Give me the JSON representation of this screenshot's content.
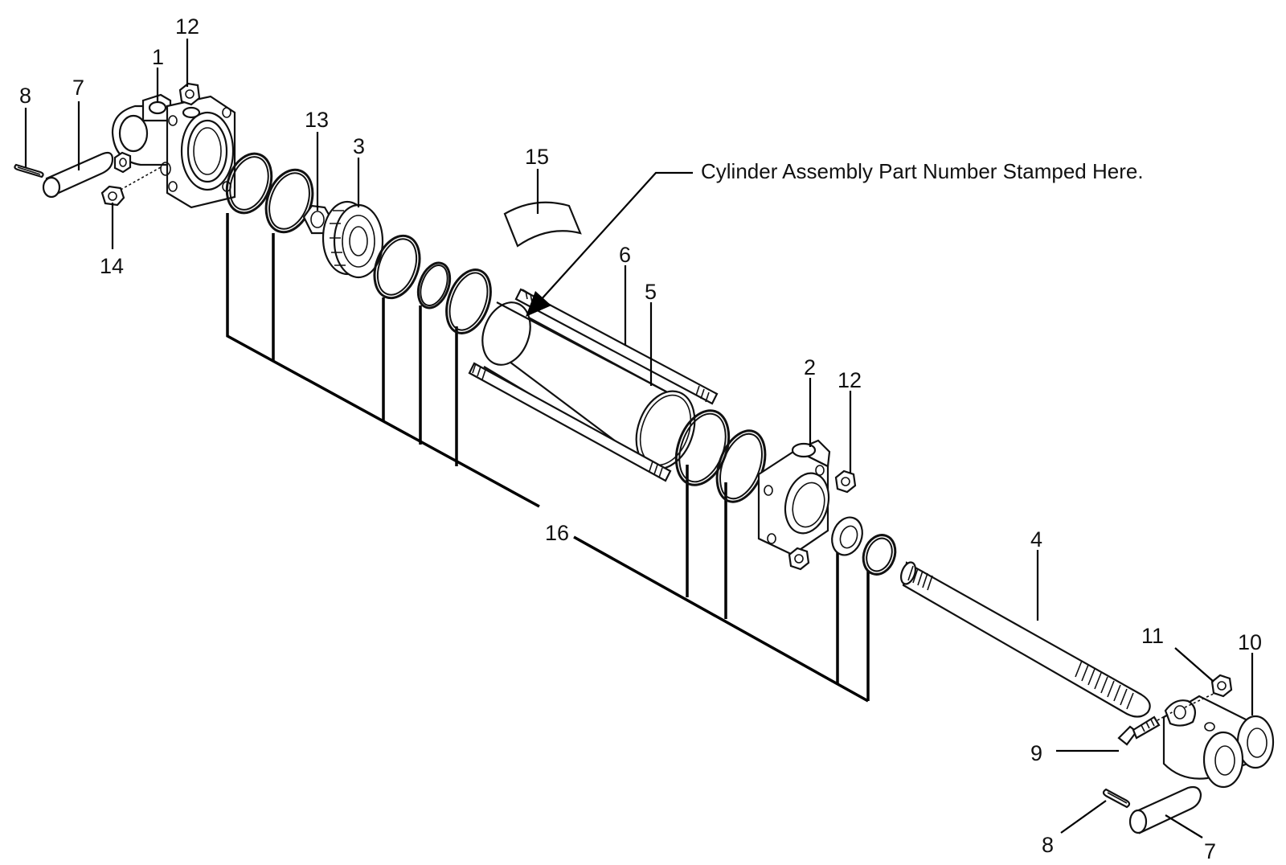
{
  "callouts": {
    "c1": "1",
    "c2": "2",
    "c3": "3",
    "c4": "4",
    "c5": "5",
    "c6": "6",
    "c7_top": "7",
    "c7_bottom": "7",
    "c8_top": "8",
    "c8_bottom": "8",
    "c9": "9",
    "c10": "10",
    "c11": "11",
    "c12_top": "12",
    "c12_mid": "12",
    "c13": "13",
    "c14": "14",
    "c15": "15",
    "c16": "16"
  },
  "note": "Cylinder Assembly Part Number Stamped Here."
}
